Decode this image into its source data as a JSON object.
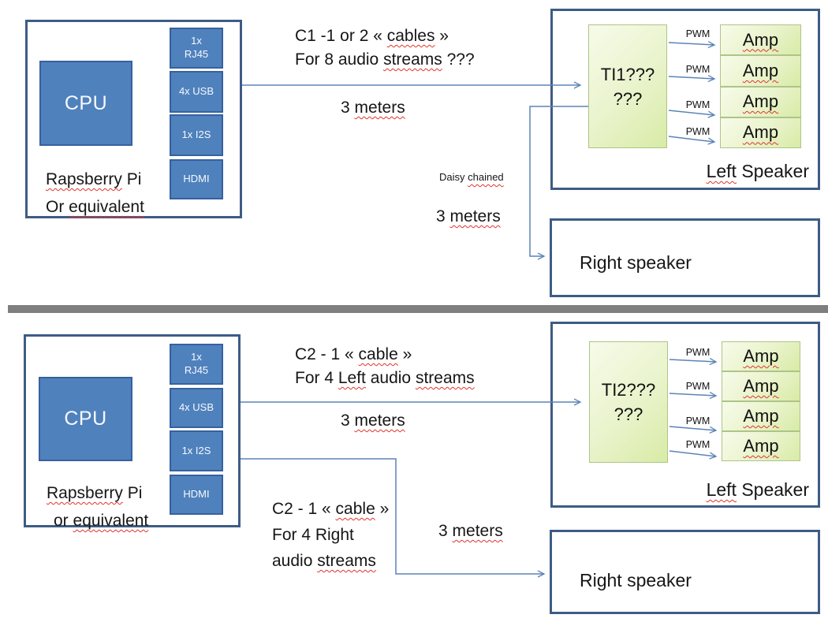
{
  "colors": {
    "block_blue": "#4f81bd",
    "block_blue_border": "#36619f",
    "frame_border": "#3d5c85",
    "wire_blue": "#5b84b5",
    "green_light": "#f7fbea",
    "green_dark": "#d8eba6",
    "green_border": "#aec487",
    "divider_gray": "#7f7f7f",
    "squiggle_red": "#e0342c"
  },
  "top": {
    "pi": {
      "cpu_label": "CPU",
      "ports": [
        "1x\nRJ45",
        "4x USB",
        "1x I2S",
        "HDMI"
      ],
      "caption_line1": [
        {
          "t": "Rapsberry",
          "sq": true
        },
        {
          "t": " Pi",
          "sq": false
        }
      ],
      "caption_line2": [
        {
          "t": "Or ",
          "sq": false
        },
        {
          "t": "equivalent",
          "sq": true
        }
      ]
    },
    "cable_note_line1": [
      {
        "t": "C1 -1 or 2 « ",
        "sq": false
      },
      {
        "t": "cables",
        "sq": true
      },
      {
        "t": " »",
        "sq": false
      }
    ],
    "cable_note_line2": [
      {
        "t": "For 8 audio ",
        "sq": false
      },
      {
        "t": "streams",
        "sq": true
      },
      {
        "t": " ???",
        "sq": false
      }
    ],
    "distance_cable": [
      {
        "t": "3 ",
        "sq": false
      },
      {
        "t": "meters",
        "sq": true
      }
    ],
    "ti_chip": {
      "line1": "TI1???",
      "line2": "???"
    },
    "pwm_label": "PWM",
    "amp_label": [
      {
        "t": "Amp",
        "sq": true
      }
    ],
    "left_speaker_label": [
      {
        "t": "Left",
        "sq": true
      },
      {
        "t": " Speaker",
        "sq": false
      }
    ],
    "daisy_label": [
      {
        "t": "Daisy ",
        "sq": false
      },
      {
        "t": "chained",
        "sq": true
      }
    ],
    "distance_daisy": [
      {
        "t": "3 ",
        "sq": false
      },
      {
        "t": "meters",
        "sq": true
      }
    ],
    "right_speaker_label": "Right speaker"
  },
  "bottom": {
    "pi": {
      "cpu_label": "CPU",
      "ports": [
        "1x\nRJ45",
        "4x USB",
        "1x I2S",
        "HDMI"
      ],
      "caption_line1": [
        {
          "t": "Rapsberry",
          "sq": true
        },
        {
          "t": " Pi",
          "sq": false
        }
      ],
      "caption_line2": [
        {
          "t": "or ",
          "sq": false
        },
        {
          "t": "equivalent",
          "sq": true
        }
      ]
    },
    "cable_note_left_line1": [
      {
        "t": "C2 - 1 « ",
        "sq": false
      },
      {
        "t": "cable",
        "sq": true
      },
      {
        "t": " »",
        "sq": false
      }
    ],
    "cable_note_left_line2": [
      {
        "t": "For 4 ",
        "sq": false
      },
      {
        "t": "Left",
        "sq": true
      },
      {
        "t": " audio ",
        "sq": false
      },
      {
        "t": "streams",
        "sq": true
      }
    ],
    "distance_left": [
      {
        "t": "3 ",
        "sq": false
      },
      {
        "t": "meters",
        "sq": true
      }
    ],
    "ti_chip": {
      "line1": "TI2???",
      "line2": "???"
    },
    "pwm_label": "PWM",
    "amp_label": [
      {
        "t": "Amp",
        "sq": true
      }
    ],
    "left_speaker_label": [
      {
        "t": "Left",
        "sq": true
      },
      {
        "t": " Speaker",
        "sq": false
      }
    ],
    "cable_note_right_line1": [
      {
        "t": "C2 - 1 « ",
        "sq": false
      },
      {
        "t": "cable",
        "sq": true
      },
      {
        "t": " »",
        "sq": false
      }
    ],
    "cable_note_right_line2": [
      {
        "t": "For 4 Right",
        "sq": false
      }
    ],
    "cable_note_right_line3": [
      {
        "t": "audio ",
        "sq": false
      },
      {
        "t": "streams",
        "sq": true
      }
    ],
    "distance_right": [
      {
        "t": "3 ",
        "sq": false
      },
      {
        "t": "meters",
        "sq": true
      }
    ],
    "right_speaker_label": "Right speaker"
  }
}
